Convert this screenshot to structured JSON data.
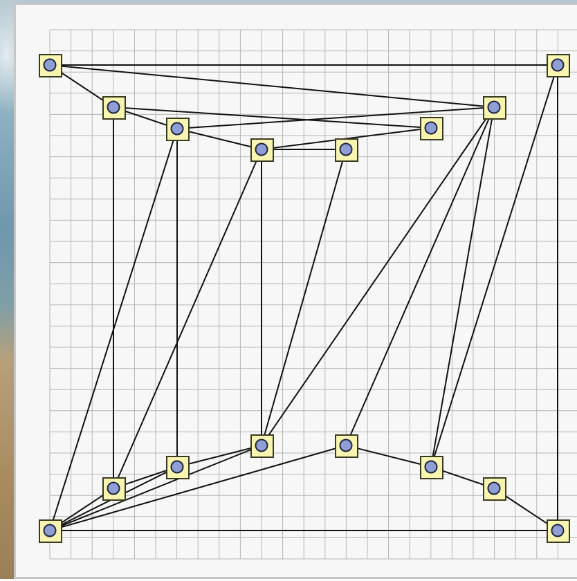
{
  "diagram": {
    "type": "node-link graph on grid",
    "node_style": {
      "handle_fill": "#f7f5b0",
      "handle_stroke": "#3a3a20",
      "node_fill": "#8f9fd6",
      "node_stroke": "#1e2440"
    },
    "edge_color": "#111111",
    "grid_color": "#b5b5b5",
    "nodes": [
      {
        "id": "n0"
      },
      {
        "id": "n1"
      },
      {
        "id": "n2"
      },
      {
        "id": "n3"
      },
      {
        "id": "n4"
      },
      {
        "id": "n5"
      },
      {
        "id": "n6"
      },
      {
        "id": "n7"
      },
      {
        "id": "n8"
      },
      {
        "id": "n9"
      },
      {
        "id": "n10"
      },
      {
        "id": "n11"
      },
      {
        "id": "n12"
      },
      {
        "id": "n13"
      },
      {
        "id": "n14"
      },
      {
        "id": "n15"
      },
      {
        "id": "n16"
      }
    ],
    "edges": [
      [
        "n0",
        "n1"
      ],
      [
        "n0",
        "n15"
      ],
      [
        "n0",
        "n6"
      ],
      [
        "n1",
        "n5"
      ],
      [
        "n1",
        "n8"
      ],
      [
        "n2",
        "n3"
      ],
      [
        "n2",
        "n6"
      ],
      [
        "n2",
        "n9"
      ],
      [
        "n2",
        "n7"
      ],
      [
        "n3",
        "n4"
      ],
      [
        "n3",
        "n10"
      ],
      [
        "n3",
        "n7"
      ],
      [
        "n4",
        "n5"
      ],
      [
        "n4",
        "n10"
      ],
      [
        "n6",
        "n10"
      ],
      [
        "n6",
        "n12"
      ],
      [
        "n6",
        "n13"
      ],
      [
        "n15",
        "n13"
      ],
      [
        "n15",
        "n16"
      ],
      [
        "n12",
        "n11"
      ],
      [
        "n13",
        "n14"
      ],
      [
        "n14",
        "n16"
      ],
      [
        "n7",
        "n8"
      ],
      [
        "n7",
        "n9"
      ],
      [
        "n7",
        "n10"
      ],
      [
        "n7",
        "n11"
      ],
      [
        "n7",
        "n16"
      ],
      [
        "n8",
        "n9"
      ],
      [
        "n9",
        "n10"
      ],
      [
        "n10",
        "n11"
      ]
    ]
  }
}
